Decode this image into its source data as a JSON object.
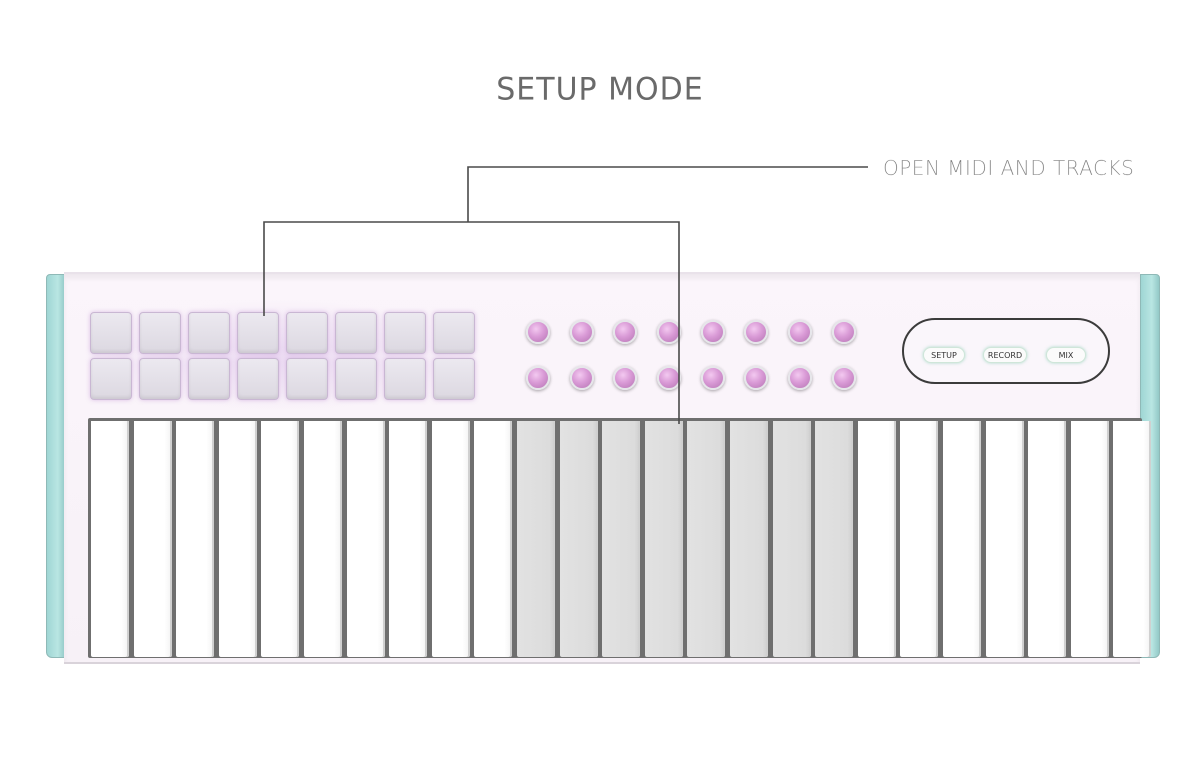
{
  "title": "SETUP MODE",
  "callout": {
    "label": "OPEN MIDI AND TRACKS"
  },
  "device": {
    "pad_rows": 2,
    "pads_per_row": 8,
    "knob_rows": 2,
    "knobs_per_row": 8,
    "mode_buttons": [
      {
        "label": "SETUP"
      },
      {
        "label": "RECORD"
      },
      {
        "label": "MIX"
      }
    ],
    "key_count": 25,
    "highlighted_keys": [
      10,
      11,
      12,
      13,
      14,
      15,
      16,
      17
    ],
    "colors": {
      "endcap": "#b3e3e0",
      "knob": "#d99ad6",
      "pad_glow": "#c9b7d3",
      "body": "#f9f3f9",
      "highlighted_key": "#dcdcdc"
    }
  }
}
